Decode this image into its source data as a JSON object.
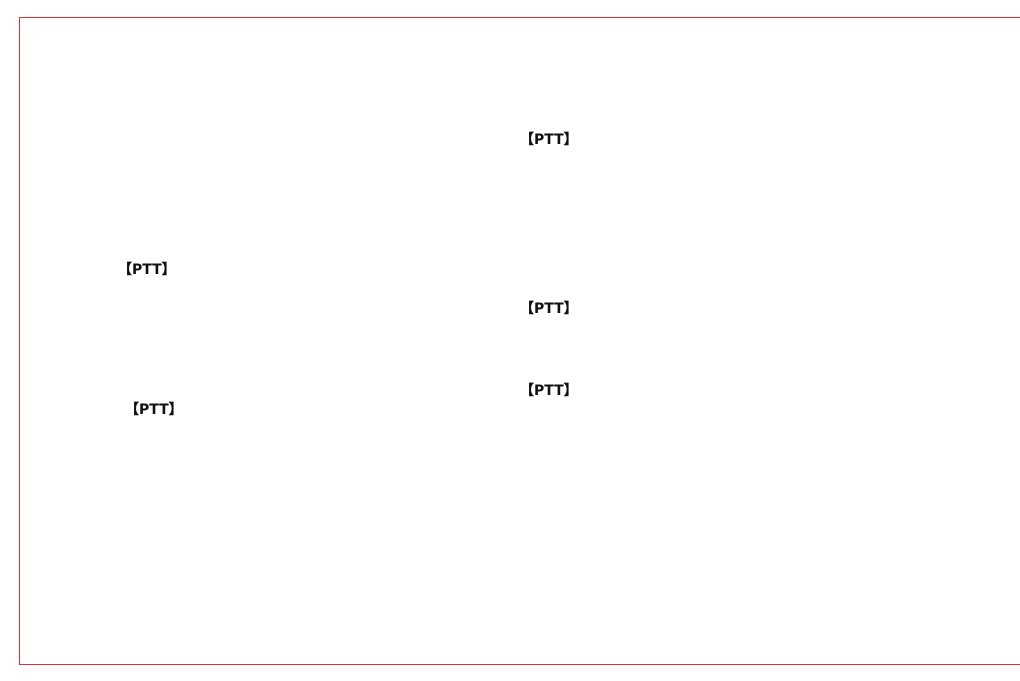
{
  "canvas": {
    "border_color": "#e03030",
    "background": "#ffffff"
  },
  "tags": [
    {
      "label": "【PTT】"
    },
    {
      "label": "【PTT】"
    },
    {
      "label": "【PTT】"
    },
    {
      "label": "【PTT】"
    },
    {
      "label": "【PTT】"
    }
  ]
}
